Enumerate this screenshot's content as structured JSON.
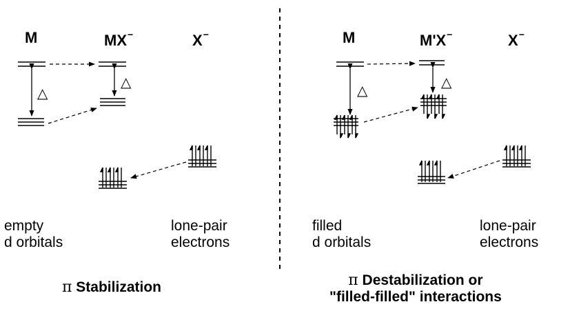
{
  "left_panel": {
    "headers": {
      "metal": "M",
      "complex": "MX",
      "complex_charge": "−",
      "ligand": "X",
      "ligand_charge": "−"
    },
    "delta_symbol": "△",
    "metal_label": {
      "line1": "empty",
      "line2": "d orbitals"
    },
    "ligand_label": {
      "line1": "lone-pair",
      "line2": "electrons"
    },
    "title": {
      "symbol": "π",
      "text": " Stabilization"
    }
  },
  "right_panel": {
    "headers": {
      "metal": "M",
      "complex": "M'X",
      "complex_charge": "−",
      "ligand": "X",
      "ligand_charge": "−"
    },
    "delta_symbol": "△",
    "metal_label": {
      "line1": "filled",
      "line2": "d orbitals"
    },
    "ligand_label": {
      "line1": "lone-pair",
      "line2": "electrons"
    },
    "title": {
      "symbol": "π",
      "line1": " Destabilization or",
      "line2": "\"filled-filled\" interactions"
    }
  }
}
